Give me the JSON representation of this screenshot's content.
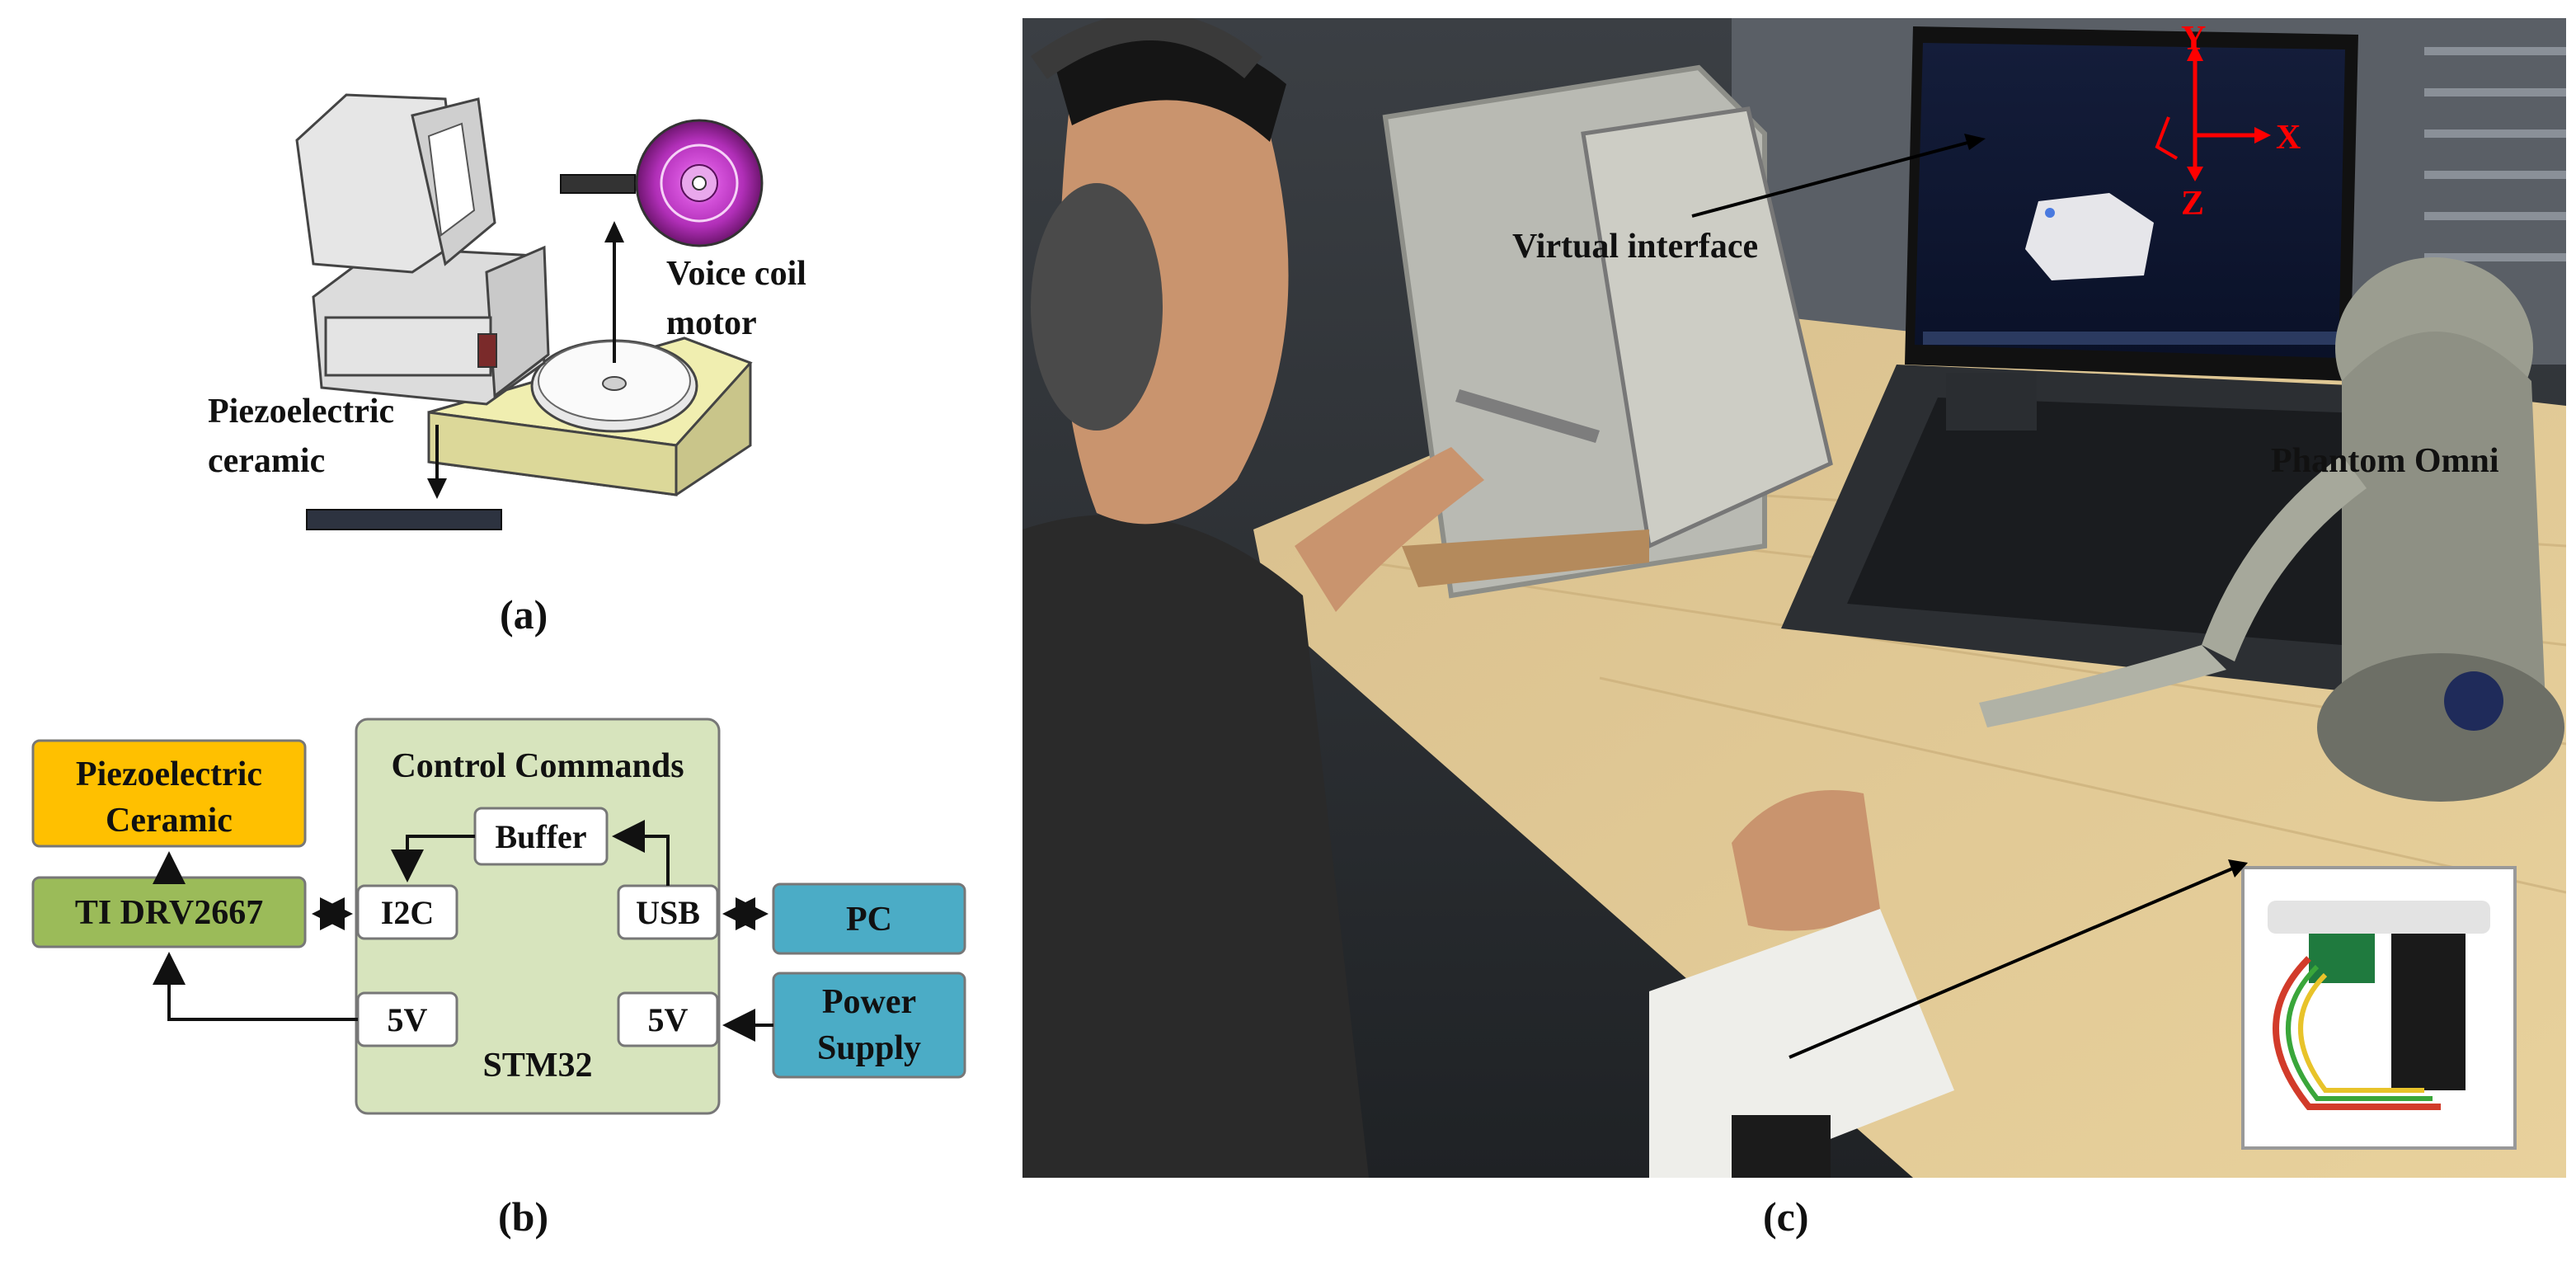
{
  "panel_a": {
    "caption": "(a)",
    "labels": {
      "voice_coil_line1": "Voice coil",
      "voice_coil_line2": "motor",
      "piezo_line1": "Piezoelectric",
      "piezo_line2": "ceramic"
    }
  },
  "panel_b": {
    "caption": "(b)",
    "blocks": {
      "piezo_line1": "Piezoelectric",
      "piezo_line2": "Ceramic",
      "driver": "TI DRV2667",
      "control_title": "Control Commands",
      "buffer": "Buffer",
      "i2c": "I2C",
      "usb": "USB",
      "pc": "PC",
      "v5_left": "5V",
      "v5_right": "5V",
      "stm32": "STM32",
      "power_line1": "Power",
      "power_line2": "Supply"
    },
    "colors": {
      "piezo": "#FFC000",
      "driver": "#9BBB59",
      "controller": "#D7E4BD",
      "pc": "#4BACC6",
      "node": "#FFFFFF"
    }
  },
  "panel_c": {
    "caption": "(c)",
    "labels": {
      "virtual_interface": "Virtual interface",
      "phantom_omni": "Phantom Omni",
      "axis_x": "X",
      "axis_y": "Y",
      "axis_z": "Z"
    },
    "colors": {
      "axis": "#FF0000"
    }
  }
}
